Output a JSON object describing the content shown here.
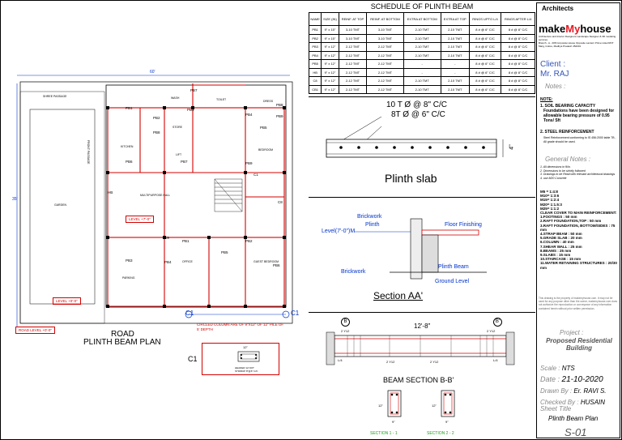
{
  "plan": {
    "title": "PLINTH BEAM PLAN",
    "road_label": "ROAD",
    "overall_width": "60'",
    "overall_depth": "35'",
    "room_labels": [
      "SHREE PASSAGE",
      "WASH",
      "TOILET",
      "DRESS",
      "STORE",
      "KITCHEN",
      "LIFT",
      "BEDROOM",
      "GARDEN",
      "MULTIPURPOSE HALL",
      "PARKING",
      "OFFICE",
      "GUEST BEDROOM",
      "FRONT PASSAGE",
      "TOILET"
    ],
    "level_hall": "LEVEL +7'-0\"",
    "level_parking": "LEVEL +0'-0\"",
    "road_level": "ROAD LEVEL +0'-0\"",
    "beam_tags": [
      "PB1",
      "PB2",
      "PB3",
      "PB4",
      "PB5",
      "PB6",
      "PB7",
      "PB8",
      "PB9",
      "HB",
      "C1",
      "C8",
      "C9"
    ],
    "column_note": "CIRCLED COLUMN ARE OF 9\"X12\" OF 12\" PILE OF 5' DEPTH",
    "c1_label": "C1",
    "c1_width": "12\"",
    "c1_depth": "9\"",
    "c1_text": "HEADER 12 NOT\nSTIRRUP 8\"@6\" C/C"
  },
  "schedule": {
    "title": "SCHEDULE OF PLINTH BEAM",
    "headers": [
      "NAME",
      "SIZE (IN)",
      "REINF. AT TOP",
      "REINF. AT BOTTOM",
      "EXTRA AT BOTTOM",
      "EXTRA AT TOP",
      "RINGS UPTO L/4",
      "RINGS AFTER L/4"
    ],
    "rows": [
      [
        "PB1",
        "9\" x 15\"",
        "3-10 TMT",
        "3-10 TMT",
        "2-10 TMT",
        "2-10 TMT",
        "8 # @ 6\" C/C",
        "8 # @ 8\" C/C"
      ],
      [
        "PB2",
        "9\" x 15\"",
        "3-10 TMT",
        "3-10 TMT",
        "2-10 TMT",
        "2-10 TMT",
        "8 # @ 6\" C/C",
        "8 # @ 8\" C/C"
      ],
      [
        "PB3",
        "9\" x 12\"",
        "2-12 TMT",
        "2-12 TMT",
        "2-10 TMT",
        "2-10 TMT",
        "8 # @ 6\" C/C",
        "8 # @ 8\" C/C"
      ],
      [
        "PB4",
        "9\" x 12\"",
        "2-12 TMT",
        "2-12 TMT",
        "2-10 TMT",
        "2-10 TMT",
        "8 # @ 6\" C/C",
        "8 # @ 8\" C/C"
      ],
      [
        "PB5",
        "9\" x 12\"",
        "2-12 TMT",
        "2-12 TMT",
        "-",
        "-",
        "8 # @ 6\" C/C",
        "8 # @ 8\" C/C"
      ],
      [
        "HB",
        "9\" x 12\"",
        "2-12 TMT",
        "2-12 TMT",
        "-",
        "-",
        "8 # @ 6\" C/C",
        "8 # @ 8\" C/C"
      ],
      [
        "C8",
        "9\" x 12\"",
        "2-12 TMT",
        "2-12 TMT",
        "2-10 TMT",
        "2-10 TMT",
        "8 # @ 6\" C/C",
        "8 # @ 8\" C/C"
      ],
      [
        "CB1",
        "9\" x 12\"",
        "2-12 TMT",
        "2-12 TMT",
        "2-10 TMT",
        "2-10 TMT",
        "8 # @ 6\" C/C",
        "8 # @ 8\" C/C"
      ]
    ]
  },
  "slab": {
    "rebar1": "10 T Ø @ 8\" C/C",
    "rebar2": "8T Ø @ 6\" C/C",
    "thickness": "4\"",
    "title": "Plinth slab"
  },
  "section_aa": {
    "title": "Section AA'",
    "labels": {
      "brickwork_top": "Brickwork",
      "plinth": "Plinth",
      "level": "Level(7'-0\")M",
      "floor_finishing": "Floor Finishing",
      "plinth_beam": "Plinth Beam",
      "brickwork_bottom": "Brickwork",
      "ground_level": "Ground Level"
    }
  },
  "beam_section": {
    "title": "BEAM SECTION B-B'",
    "span": "12'-8\"",
    "marker": "B",
    "marker_prime": "B'",
    "annotations": [
      "L/4",
      "L/4",
      "2 Y12",
      "2 Y12",
      "2 Y12",
      "2 Y12"
    ],
    "section1": "SECTION 1 - 1",
    "section2": "SECTION 2 - 2",
    "dim_depth": "12\"",
    "dim_width": "9\""
  },
  "title_block": {
    "firm": "Architects",
    "logo_make": "make",
    "logo_my": "My",
    "logo_house": "house",
    "firm_tagline": "Architecture and Interior Designers Landscape Designer & 3D modeling services",
    "firm_address": "Branch - A - 208 Corporate House Opposite Lantern Prime Hotel RNT Marg, Indore, Madhya Pradesh 452001",
    "client_label": "Client :",
    "client_name": "Mr. RAJ",
    "notes_label": "Notes :",
    "note_heading": "NOTE:",
    "note1_title": "1. SOIL BEARING CAPACITY",
    "note1_body": "Foundations have been designed for allowable bearing pressure of 0.95 Tons/ Sft",
    "note2_title": "2. STEEL REINFORCEMENT",
    "note2_body": "Steel Reinforcement conforming to IS 456:2000 table 7B , All grade should be used.",
    "general_notes_label": "General Notes :",
    "general_notes": [
      "1. All dimensions in ft/in.",
      "2. Dimensions to be strictly followed",
      "3. Drawings to be Read with relevant architectural drawings",
      "4. use M20 Concrete"
    ],
    "mixes": [
      "M5 = 1:4:8",
      "M10= 1:3:6",
      "M15= 1:2:4",
      "M20= 1:1.5:3",
      "M25= 1:1:2"
    ],
    "cover_heading": "CLEAR COVER TO MAIN REINFORCEMENT:",
    "covers": [
      "1.FOOTINGS : 50 mm",
      "2.RAFT FOUNDATION,TOP : 50 mm",
      "3.RAFT FOUNDATION, BOTTOM/SIDES : 75 mm",
      "4.STRAP BEAM : 50 mm",
      "5.GRADE SLAB : 20 mm",
      "6.COLUMN : 40 mm",
      "7.SHEAR WALL : 25 mm",
      "8.BEAMS : 25 mm",
      "9.SLABS : 15 mm",
      "10.STAIRCASE : 15 mm",
      "11.WATER RETAINING STRUCTURES : 20/30 mm"
    ],
    "copyright": "This drawing is the property of makemyhouse.com. It may not be used for any purpose other than the owner, makemyhouse.com does not authorize the reproduction or conveyance of any information contained herein without prior written permission.",
    "project_label": "Project :",
    "project_name": "Proposed Residential Building",
    "scale_label": "Scale : ",
    "scale_value": "NTS",
    "date_label": "Date : ",
    "date_value": "21-10-2020",
    "drawn_label": "Drawn By : ",
    "drawn_value": "Er. RAVI S.",
    "checked_label": "Checked By : ",
    "checked_value": "HUSAIN",
    "sheet_title_label": "Sheet Title",
    "sheet_title": "Plinth Beam Plan",
    "sheet_no": "S-01"
  },
  "colors": {
    "beam_red": "#d40000",
    "label_blue": "#0033cc",
    "green": "#19a319",
    "logo_red": "#e31b23"
  }
}
